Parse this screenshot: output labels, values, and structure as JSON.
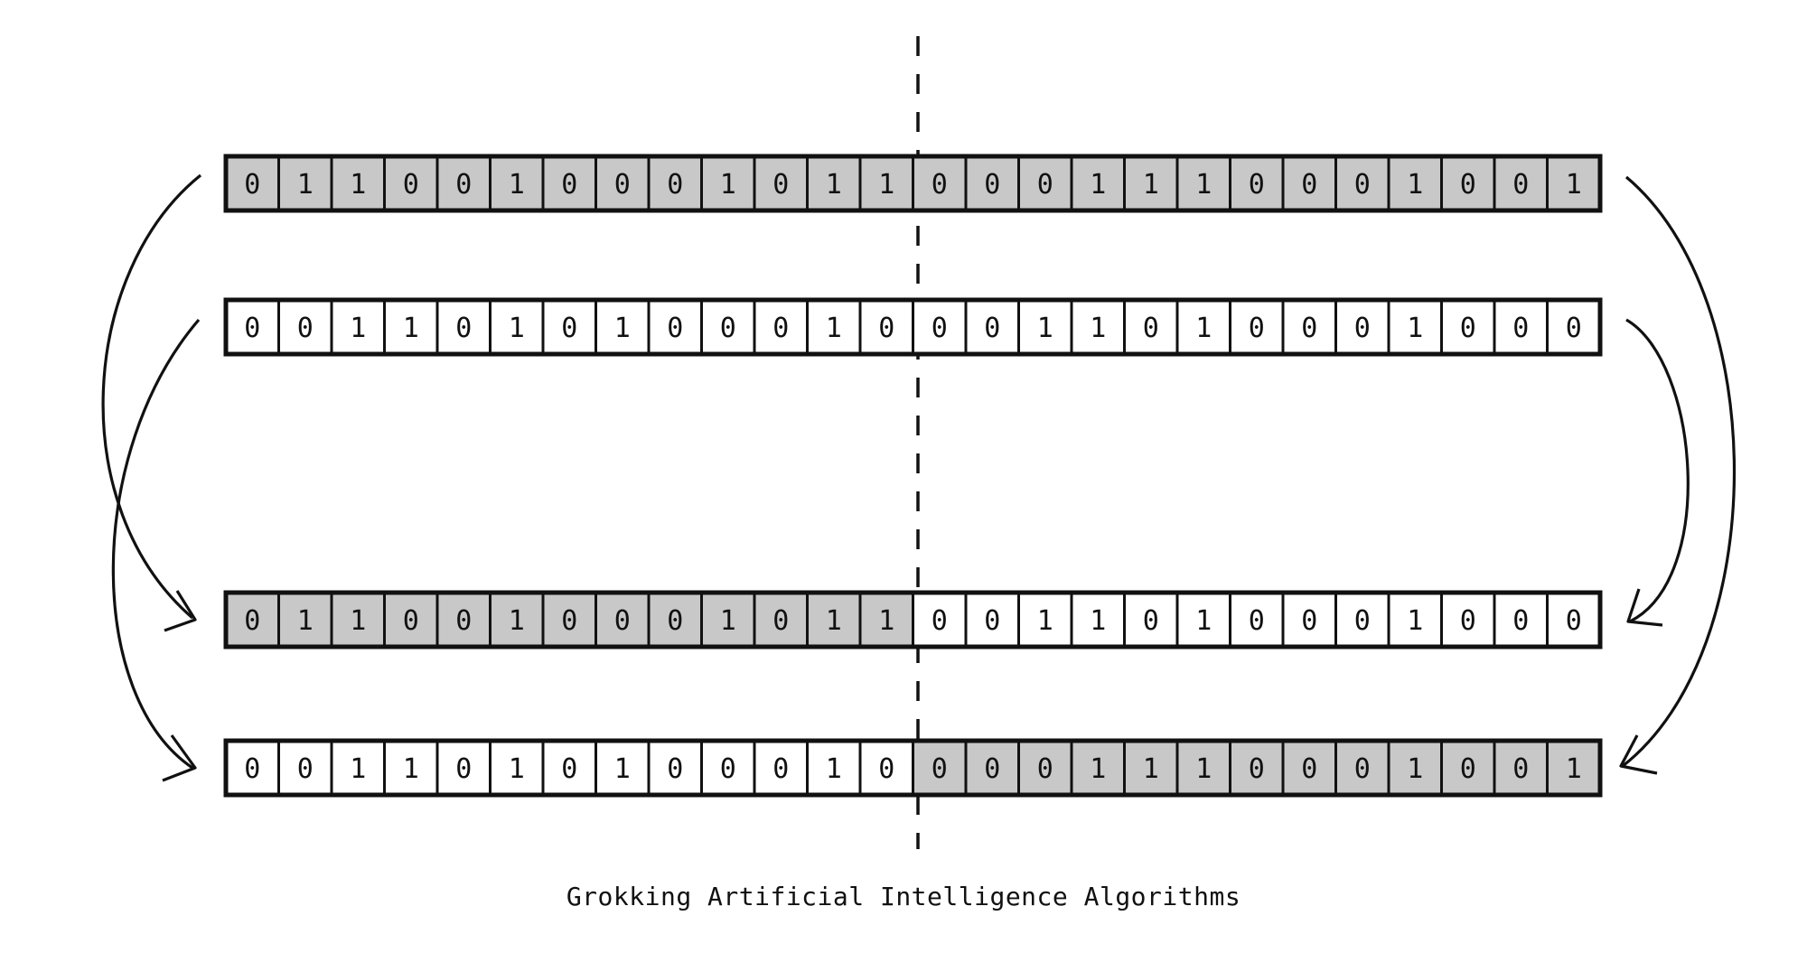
{
  "colors": {
    "shaded": "#c8c8c8",
    "plain": "#ffffff",
    "stroke": "#111111"
  },
  "arrays": [
    {
      "name": "parent-a",
      "genes": [
        "0",
        "1",
        "1",
        "0",
        "0",
        "1",
        "0",
        "0",
        "0",
        "1",
        "0",
        "1",
        "1",
        "0",
        "0",
        "0",
        "1",
        "1",
        "1",
        "0",
        "0",
        "0",
        "1",
        "0",
        "0",
        "1"
      ],
      "shaded": [
        "y",
        "y",
        "y",
        "y",
        "y",
        "y",
        "y",
        "y",
        "y",
        "y",
        "y",
        "y",
        "y",
        "y",
        "y",
        "y",
        "y",
        "y",
        "y",
        "y",
        "y",
        "y",
        "y",
        "y",
        "y",
        "y"
      ]
    },
    {
      "name": "parent-b",
      "genes": [
        "0",
        "0",
        "1",
        "1",
        "0",
        "1",
        "0",
        "1",
        "0",
        "0",
        "0",
        "1",
        "0",
        "0",
        "0",
        "1",
        "1",
        "0",
        "1",
        "0",
        "0",
        "0",
        "1",
        "0",
        "0",
        "0"
      ],
      "shaded": [
        "n",
        "n",
        "n",
        "n",
        "n",
        "n",
        "n",
        "n",
        "n",
        "n",
        "n",
        "n",
        "n",
        "n",
        "n",
        "n",
        "n",
        "n",
        "n",
        "n",
        "n",
        "n",
        "n",
        "n",
        "n",
        "n"
      ]
    },
    {
      "name": "child-a",
      "genes": [
        "0",
        "1",
        "1",
        "0",
        "0",
        "1",
        "0",
        "0",
        "0",
        "1",
        "0",
        "1",
        "1",
        "0",
        "0",
        "1",
        "1",
        "0",
        "1",
        "0",
        "0",
        "0",
        "1",
        "0",
        "0",
        "0"
      ],
      "shaded": [
        "y",
        "y",
        "y",
        "y",
        "y",
        "y",
        "y",
        "y",
        "y",
        "y",
        "y",
        "y",
        "y",
        "n",
        "n",
        "n",
        "n",
        "n",
        "n",
        "n",
        "n",
        "n",
        "n",
        "n",
        "n",
        "n"
      ]
    },
    {
      "name": "child-b",
      "genes": [
        "0",
        "0",
        "1",
        "1",
        "0",
        "1",
        "0",
        "1",
        "0",
        "0",
        "0",
        "1",
        "0",
        "0",
        "0",
        "0",
        "1",
        "1",
        "1",
        "0",
        "0",
        "0",
        "1",
        "0",
        "0",
        "1"
      ],
      "shaded": [
        "n",
        "n",
        "n",
        "n",
        "n",
        "n",
        "n",
        "n",
        "n",
        "n",
        "n",
        "n",
        "n",
        "y",
        "y",
        "y",
        "y",
        "y",
        "y",
        "y",
        "y",
        "y",
        "y",
        "y",
        "y",
        "y"
      ]
    }
  ],
  "caption": "Grokking Artificial Intelligence Algorithms"
}
